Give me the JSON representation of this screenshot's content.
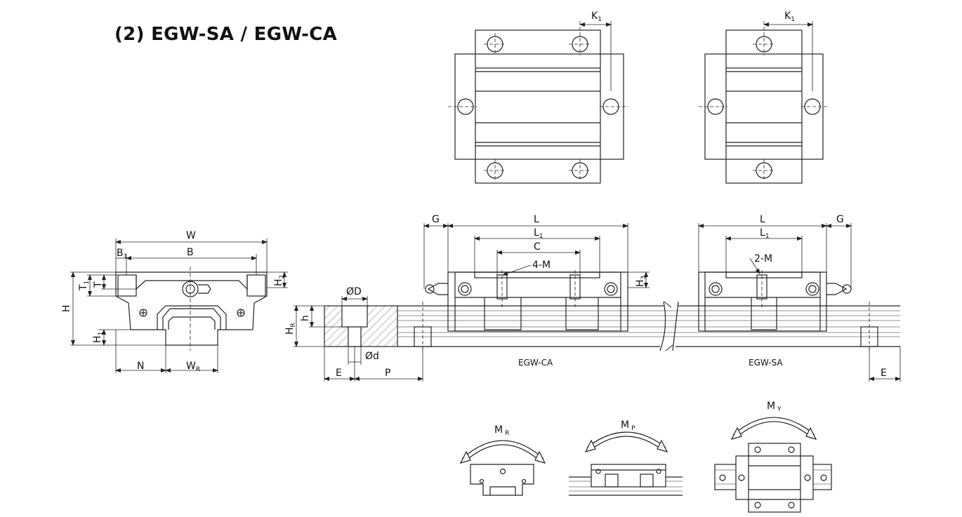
{
  "title": "(2) EGW-SA / EGW-CA",
  "dims": {
    "K": "K",
    "K_sub": "1",
    "W": "W",
    "B": "B",
    "B1": "B",
    "B1_sub": "1",
    "T": "T",
    "T1": "T",
    "T1_sub": "1",
    "H": "H",
    "H1": "H",
    "H1_sub": "1",
    "H2": "H",
    "H2_sub": "2",
    "H3": "H",
    "H3_sub": "3",
    "N": "N",
    "WR": "W",
    "WR_sub": "R",
    "HR": "H",
    "HR_sub": "R",
    "h": "h",
    "OD": "ØD",
    "od": "Ød",
    "E": "E",
    "P": "P",
    "G": "G",
    "L": "L",
    "L1": "L",
    "L1_sub": "1",
    "C": "C",
    "M4": "4-M",
    "M2": "2-M"
  },
  "captions": {
    "ca": "EGW-CA",
    "sa": "EGW-SA"
  },
  "moments": {
    "MR": "M",
    "MR_sub": "R",
    "MP": "M",
    "MP_sub": "P",
    "MY": "M",
    "MY_sub": "Y"
  }
}
